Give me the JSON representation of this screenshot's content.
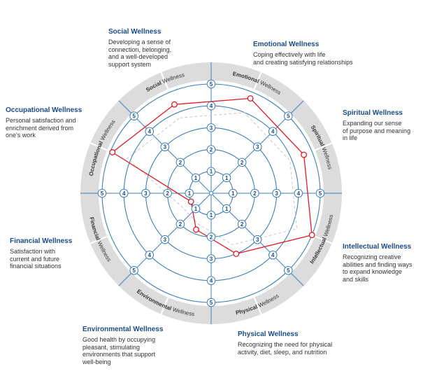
{
  "wellness": {
    "dimensions": [
      {
        "key": "social",
        "ring_bold": "Social",
        "ring_rest": "Wellness",
        "title": "Social Wellness",
        "description": "Developing a sense of\nconnection, belonging,\nand a well-developed\nsupport system",
        "value": 4.4
      },
      {
        "key": "emotional",
        "ring_bold": "Emotional",
        "ring_rest": "Wellness",
        "title": "Emotional Wellness",
        "description": "Coping effectively with life\nand creating satisfying relationships",
        "value": 4.7
      },
      {
        "key": "spiritual",
        "ring_bold": "Spiritual",
        "ring_rest": "Wellness",
        "title": "Spiritual Wellness",
        "description": "Expanding our sense\nof purpose and meaning\nin life",
        "value": 4.6
      },
      {
        "key": "intellectual",
        "ring_bold": "Intellectual",
        "ring_rest": "Wellness",
        "title": "Intellectual Wellness",
        "description": "Recognizing creative\nabilities and finding ways\nto expand knowledge\nand skills",
        "value": 5.0
      },
      {
        "key": "physical",
        "ring_bold": "Physical",
        "ring_rest": "Wellness",
        "title": "Physical Wellness",
        "description": "Recognizing the need for physical\nactivity, diet, sleep, and nutrition",
        "value": 3.0
      },
      {
        "key": "environmental",
        "ring_bold": "Environmental",
        "ring_rest": "Wellness",
        "title": "Environmental Wellness",
        "description": "Good health by occupying\npleasant, stimulating\nenvironments that support\nwell-being",
        "value": 1.8
      },
      {
        "key": "financial",
        "ring_bold": "Financial",
        "ring_rest": "Wellness",
        "title": "Financial Wellness",
        "description": "Satisfaction with\ncurrent and future\nfinancial situations",
        "value": 1.0
      },
      {
        "key": "occupational",
        "ring_bold": "Occupational",
        "ring_rest": "Wellness",
        "title": "Occupational Wellness",
        "description": "Personal satisfaction and\nenrichment derived from\none's work",
        "value": 4.9
      }
    ],
    "scale": [
      "1",
      "2",
      "3",
      "4",
      "5"
    ],
    "colors": {
      "ring": "#dcdcdc",
      "line": "#3a7fc1",
      "score": "#e01b24",
      "guide": "#c8c8c8",
      "title": "#1a4b8c"
    }
  }
}
